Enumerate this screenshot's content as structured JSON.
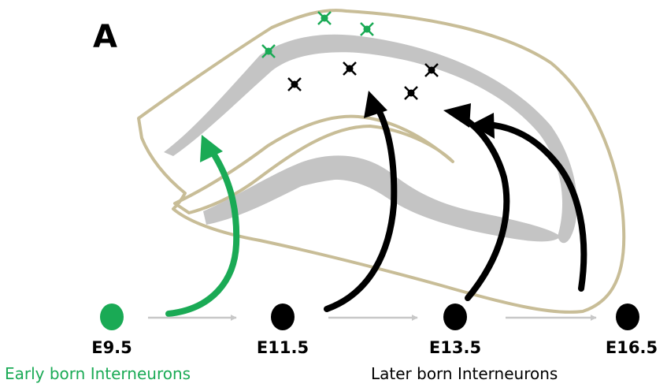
{
  "figure": {
    "panel_letter": "A",
    "stages": [
      {
        "label": "E9.5",
        "color": "#1aaa55"
      },
      {
        "label": "E11.5",
        "color": "#000000"
      },
      {
        "label": "E13.5",
        "color": "#000000"
      },
      {
        "label": "E16.5",
        "color": "#000000"
      }
    ],
    "groups": [
      {
        "label": "Early born Interneurons",
        "color": "#1aaa55"
      },
      {
        "label": "Later born Interneurons",
        "color": "#000000"
      }
    ],
    "colors": {
      "green": "#1aaa55",
      "black": "#000000",
      "outline": "#c8bd97",
      "layer_fill": "#c4c4c4",
      "timeline_arrow": "#c8c8c8"
    }
  }
}
